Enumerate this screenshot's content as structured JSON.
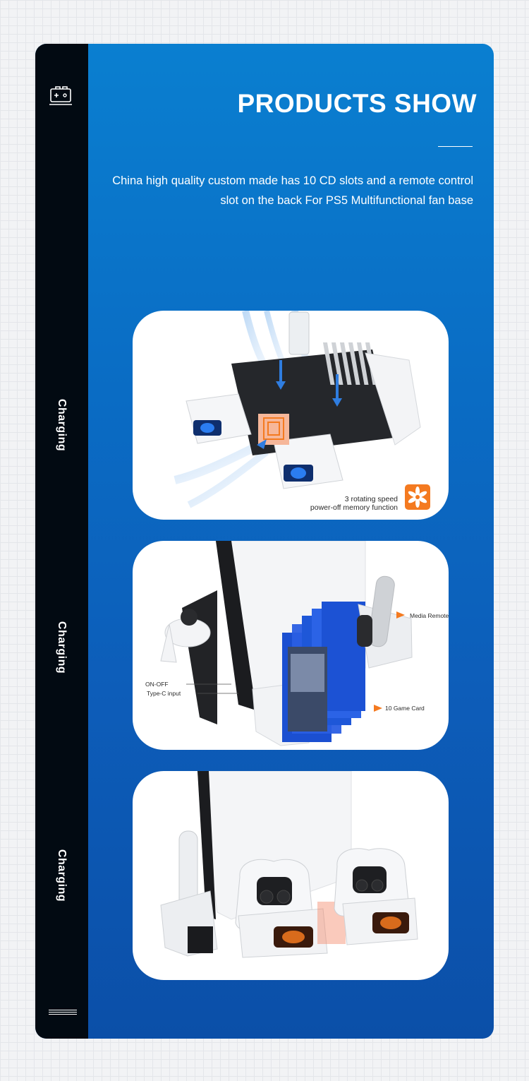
{
  "header": {
    "title": "PRODUCTS SHOW",
    "description": "China high quality custom made has 10 CD slots and a remote control slot on the back For PS5 Multifunctional fan base"
  },
  "sidebar": {
    "labels": [
      "Charging",
      "Charging",
      "Charging"
    ]
  },
  "panels": [
    {
      "speed_line1": "3 rotating speed",
      "speed_line2": "power-off memory function"
    },
    {
      "media_remote": "Media Remote",
      "on_off": "ON-OFF",
      "type_c": "Type-C input",
      "game_card": "10 Game Card"
    },
    {}
  ],
  "colors": {
    "accent_orange": "#f47a20",
    "card_blue_top": "#0a7fd0",
    "card_blue_bottom": "#0b4fa8",
    "sidebar": "#020a12"
  }
}
